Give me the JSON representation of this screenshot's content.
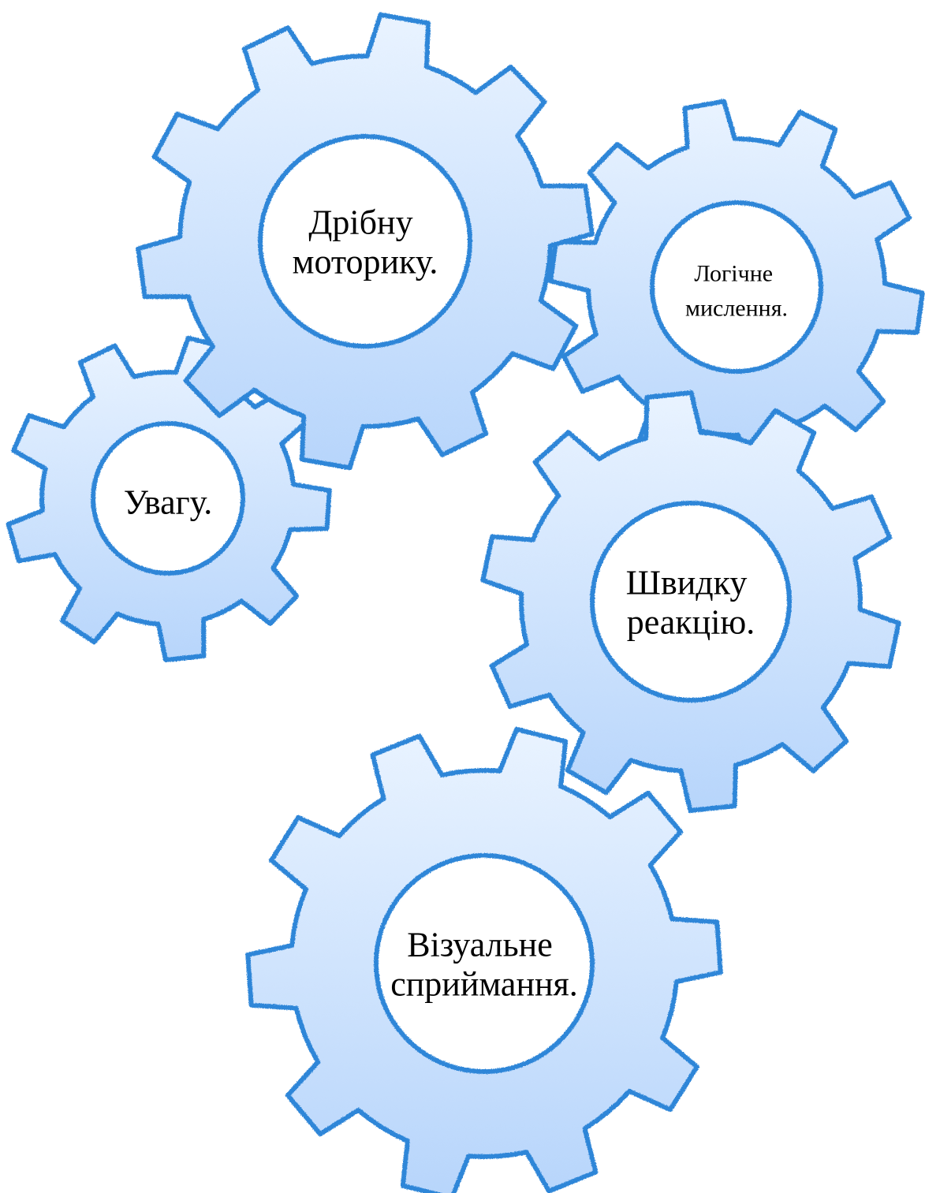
{
  "colors": {
    "outline": "#2f86d8",
    "fill_top": "#e9f3ff",
    "fill_bottom": "#b7d5fb",
    "hub": "#ffffff",
    "text": "#000000"
  },
  "gears": [
    {
      "id": "fine-motor",
      "lines": [
        "Дрібну",
        "моторику."
      ]
    },
    {
      "id": "logic",
      "lines": [
        "Логічне",
        "мислення."
      ]
    },
    {
      "id": "attention",
      "lines": [
        "Увагу."
      ]
    },
    {
      "id": "reaction",
      "lines": [
        "Швидку",
        "реакцію."
      ]
    },
    {
      "id": "visual",
      "lines": [
        "Візуальне",
        "сприймання."
      ]
    }
  ]
}
